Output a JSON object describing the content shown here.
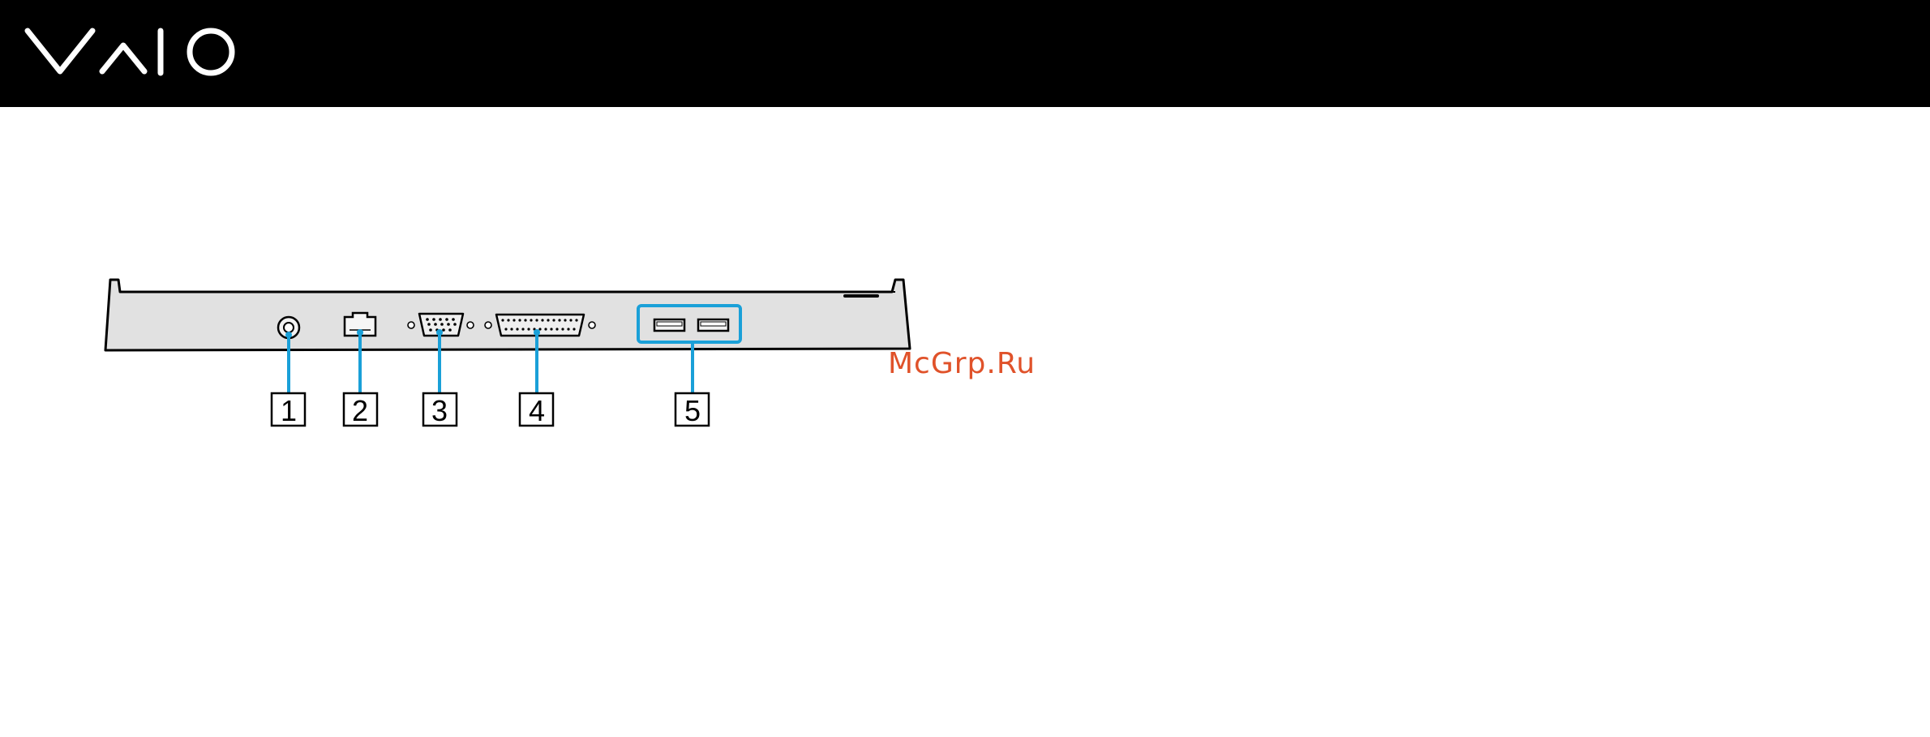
{
  "brand": {
    "logo_text": "VAIO",
    "header_color": "#000000"
  },
  "figure": {
    "leader_color": "#1aa0d8",
    "callouts": [
      {
        "label": "1",
        "port": "dc-in-port"
      },
      {
        "label": "2",
        "port": "network-port"
      },
      {
        "label": "3",
        "port": "monitor-port"
      },
      {
        "label": "4",
        "port": "printer-port"
      },
      {
        "label": "5",
        "port": "usb-ports"
      }
    ]
  },
  "watermark": {
    "text": "McGrp.Ru",
    "color": "#e0522a"
  }
}
